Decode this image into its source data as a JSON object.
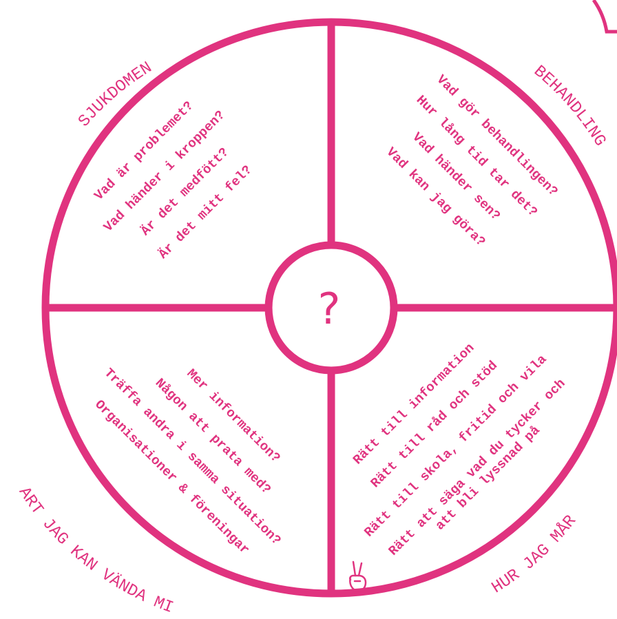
{
  "colors": {
    "accent": "#e0337f",
    "background": "#ffffff"
  },
  "center": {
    "symbol": "?"
  },
  "quadrants": {
    "top_left": {
      "title": "SJUKDOMEN",
      "lines": [
        "Vad är problemet?",
        "Vad händer i kroppen?",
        "Är det medfött?",
        "Är det mitt fel?"
      ]
    },
    "top_right": {
      "title": "BEHANDLING",
      "lines": [
        "Vad gör behandlingen?",
        "Hur lång tid tar det?",
        "Vad händer sen?",
        "Vad kan jag göra?"
      ]
    },
    "bottom_left": {
      "title": "VART JAG KAN VÄNDA MIG",
      "lines": [
        "Mer information?",
        "Någon att prata med?",
        "Träffa andra i samma situation?",
        "Organisationer & föreningar"
      ]
    },
    "bottom_right": {
      "title": "HUR JAG MÅR",
      "lines": [
        "Rätt till information",
        "Rätt till råd och stöd",
        "Rätt till skola, fritid och vila",
        "Rätt att säga vad du tycker och",
        "att bli lyssnad på"
      ]
    }
  },
  "icons": {
    "corner": "peace-hand-icon",
    "top_right_partial": "partial-shape-icon"
  }
}
